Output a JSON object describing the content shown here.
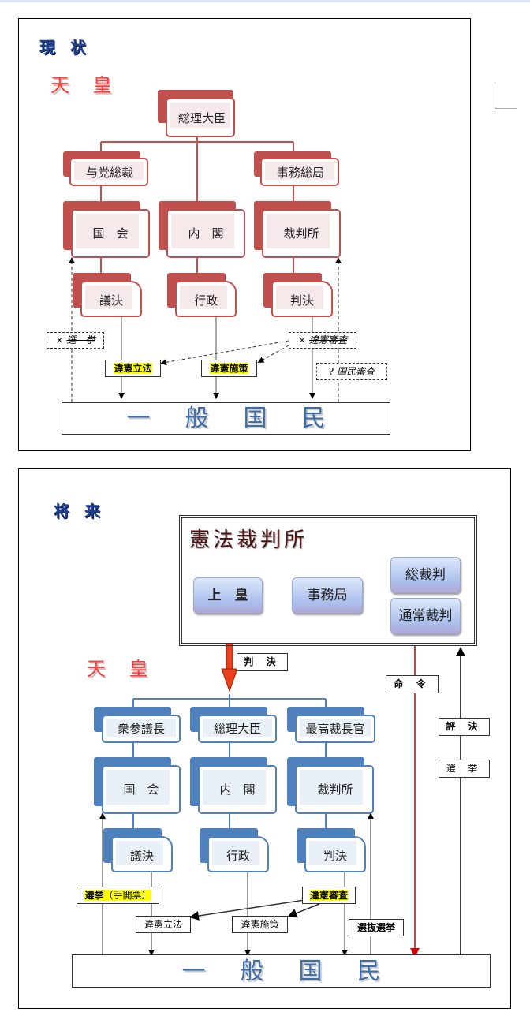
{
  "current": {
    "heading": "現 状",
    "emperor": "天 皇",
    "top": "総理大臣",
    "row1": [
      "与党総裁",
      "事務総局"
    ],
    "row2": [
      "国　会",
      "内　閣",
      "裁判所"
    ],
    "row3": [
      "議決",
      "行政",
      "判決"
    ],
    "notes": {
      "election": {
        "prefix": "×",
        "text": "選　挙"
      },
      "review": {
        "prefix": "×",
        "text": "違憲審査"
      },
      "people_review": {
        "prefix": "?",
        "text": "国民審査"
      }
    },
    "unconstitutional_law": "違憲立法",
    "unconstitutional_policy": "違憲施策",
    "people": "一般国民"
  },
  "future": {
    "heading": "将 来",
    "emperor": "天 皇",
    "court": {
      "title": "憲法裁判所",
      "retired_emperor": "上　皇",
      "secretariat": "事務局",
      "general": "総裁判",
      "ordinary": "通常裁判"
    },
    "judgment_label": "判 決",
    "order_label": "命 令",
    "verdict_label": "評 決",
    "election_label": "選 挙",
    "row1": [
      "衆参議長",
      "総理大臣",
      "最高裁長官"
    ],
    "row2": [
      "国　会",
      "内　閣",
      "裁判所"
    ],
    "row3": [
      "議決",
      "行政",
      "判決"
    ],
    "election_hand": {
      "main": "選挙",
      "sub": "（手開票）"
    },
    "review": "違憲審査",
    "unconstitutional_law": "違憲立法",
    "unconstitutional_policy": "違憲施策",
    "selective_election": "選抜選挙",
    "people": "一般国民"
  },
  "colors": {
    "red_accent": "#c0504d",
    "blue_accent": "#4f81bd",
    "highlight": "#ffff00",
    "order_line": "#cc0000",
    "judgment_arrow": "#e8401c"
  }
}
